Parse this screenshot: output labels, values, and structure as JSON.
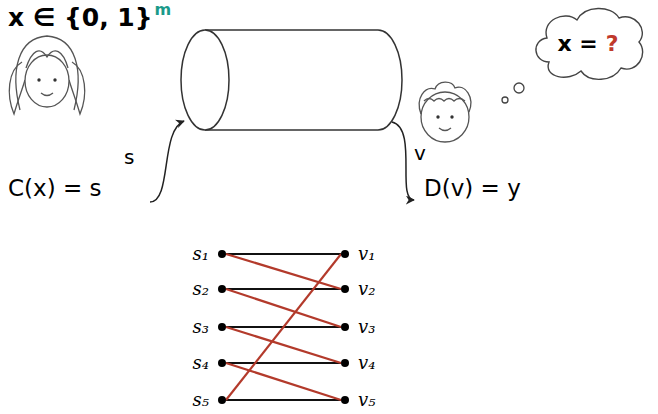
{
  "diagram": {
    "nodes": [
      {
        "text": [
          "x =",
          "?"
        ]
      },
      {
        "text": [
          "s₁"
        ]
      },
      {
        "text": [
          "s₂"
        ]
      },
      {
        "text": [
          "s₃"
        ]
      },
      {
        "text": [
          "s₄"
        ]
      },
      {
        "text": [
          "s₅"
        ]
      },
      {
        "text": [
          "v₁"
        ]
      },
      {
        "text": [
          "v₂"
        ]
      },
      {
        "text": [
          "v₃"
        ]
      },
      {
        "text": [
          "v₄"
        ]
      },
      {
        "text": [
          "v₅"
        ]
      }
    ],
    "edges": [
      {
        "from": 1,
        "to": 6,
        "arrow": "none"
      },
      {
        "from": 2,
        "to": 7,
        "arrow": "none"
      },
      {
        "from": 3,
        "to": 8,
        "arrow": "none"
      },
      {
        "from": 4,
        "to": 9,
        "arrow": "none"
      },
      {
        "from": 5,
        "to": 10,
        "arrow": "none"
      },
      {
        "from": 1,
        "to": 7,
        "arrow": "none"
      },
      {
        "from": 2,
        "to": 8,
        "arrow": "none"
      },
      {
        "from": 3,
        "to": 9,
        "arrow": "none"
      },
      {
        "from": 4,
        "to": 10,
        "arrow": "none"
      },
      {
        "from": 5,
        "to": 6,
        "arrow": "none"
      }
    ],
    "labels": [
      "x ∈ {0, 1}",
      "m",
      "C(x) = s",
      "s",
      "v",
      "D(v) = y"
    ]
  }
}
